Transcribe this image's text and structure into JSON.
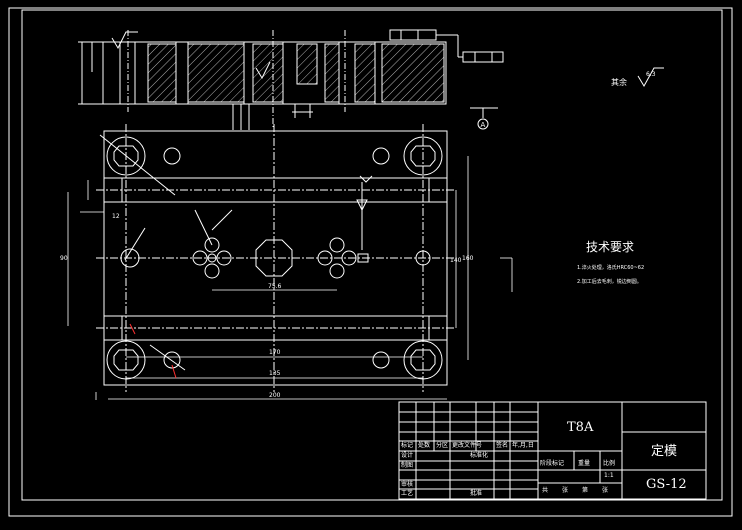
{
  "drawing": {
    "surface_finish_note": "其余",
    "surface_finish_value": "6.3",
    "datum_label": "A",
    "tech_requirements_title": "技术要求",
    "tech_notes": [
      "1.淬火处理，洛氏HRC60~62",
      "2.加工后去毛刺，锐边倒圆。"
    ],
    "dim_labels": {
      "overall_width": "200",
      "inner_width_1": "135",
      "inner_width_2": "170",
      "pitch": "75.6",
      "height_1": "140",
      "height_2": "160",
      "side_height": "90",
      "small_dim": "12"
    },
    "title_block": {
      "material": "T8A",
      "part_name": "定模",
      "drawing_number": "GS-12",
      "scale": "1:1",
      "header_row": [
        "标记",
        "处数",
        "分区",
        "更改文件号",
        "签名",
        "年,月,日"
      ],
      "left_rows": [
        "设计",
        "制图",
        "审核",
        "工艺"
      ],
      "std_label": "标准化",
      "approve_label": "批准",
      "stage_row": [
        "阶段标记",
        "重量",
        "比例"
      ],
      "sheet_row": [
        "共",
        "张",
        "第",
        "张"
      ]
    },
    "colors": {
      "background": "#000000",
      "line": "#ffffff",
      "hatch": "#ffffff"
    }
  }
}
